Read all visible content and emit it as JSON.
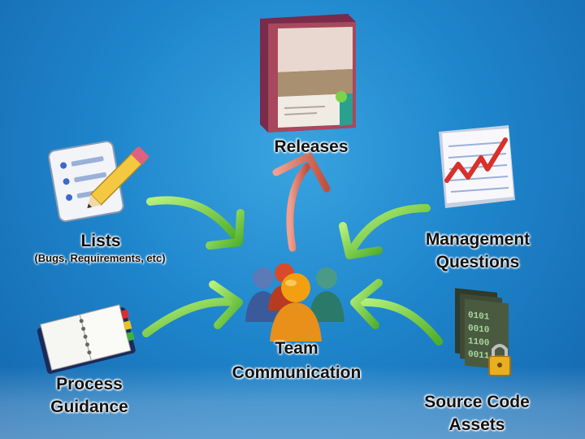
{
  "nodes": {
    "releases": {
      "label": "Releases",
      "icon": "box-package-icon"
    },
    "lists": {
      "label": "Lists",
      "sublabel": "(Bugs, Requirements, etc)",
      "icon": "checklist-pencil-icon"
    },
    "management": {
      "label_line1": "Management",
      "label_line2": "Questions",
      "icon": "report-chart-icon"
    },
    "team": {
      "label_line1": "Team",
      "label_line2": "Communication",
      "icon": "people-group-icon"
    },
    "process": {
      "label_line1": "Process",
      "label_line2": "Guidance",
      "icon": "notebook-icon"
    },
    "source": {
      "label_line1": "Source Code",
      "label_line2": "Assets",
      "icon": "locked-files-icon"
    }
  },
  "colors": {
    "arrow_green": "#7fd14a",
    "arrow_red": "#d87060",
    "background": "#1f86cc"
  }
}
